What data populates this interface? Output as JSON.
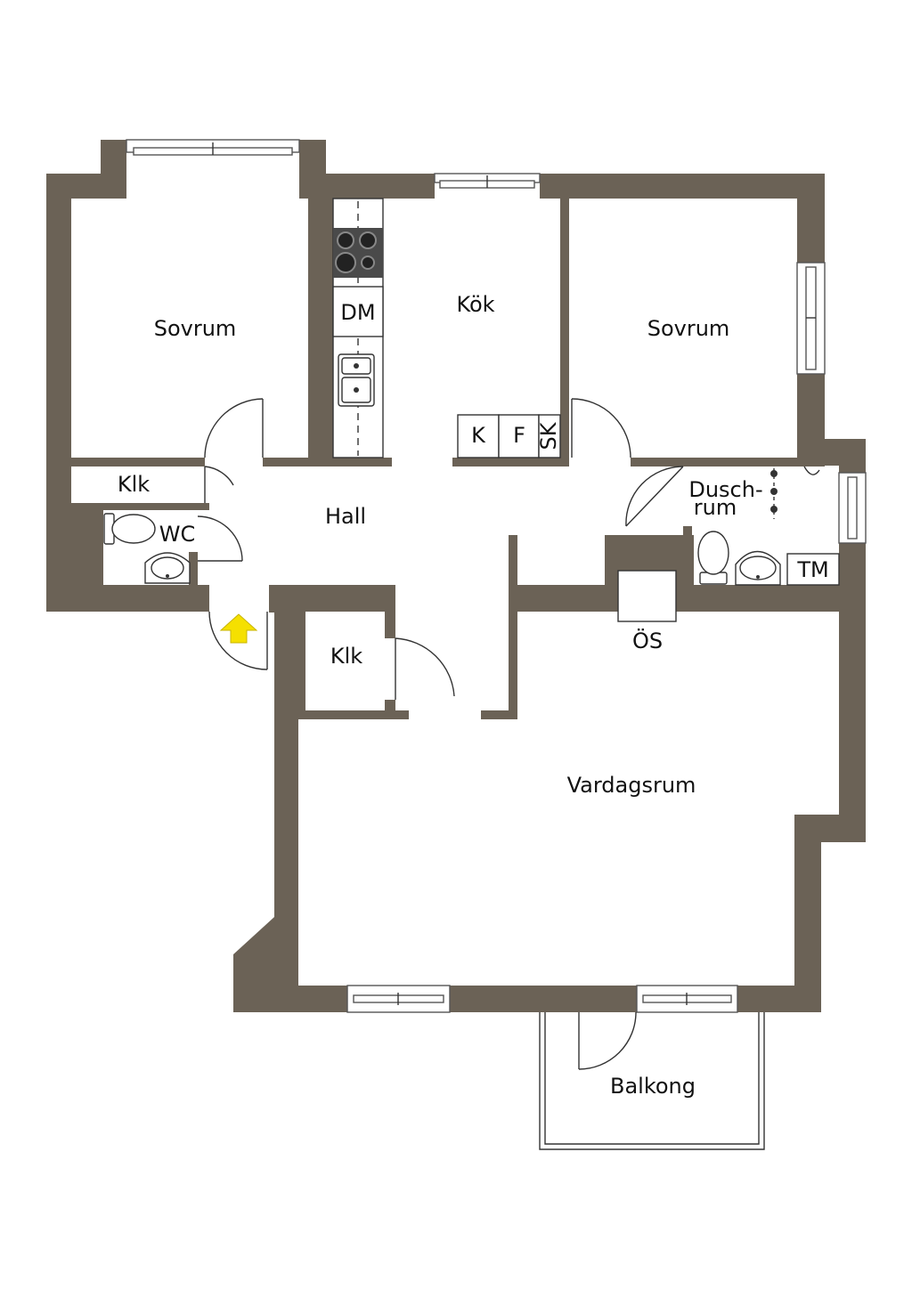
{
  "plan": {
    "rooms": {
      "bedroom_left": "Sovrum",
      "kitchen": "Kök",
      "bedroom_right": "Sovrum",
      "closet_top": "Klk",
      "wc": "WC",
      "hall": "Hall",
      "shower_line1": "Dusch-",
      "shower_line2": "rum",
      "closet_mid": "Klk",
      "living": "Vardagsrum",
      "balcony": "Balkong"
    },
    "fixtures": {
      "dishwasher": "DM",
      "fridge_k": "K",
      "freezer_f": "F",
      "cabinet_sk": "SK",
      "washer_tm": "TM",
      "shaft_os": "ÖS"
    },
    "colors": {
      "wall": "#6b6256",
      "entrance_arrow": "#f5e000"
    },
    "icons": [
      "stove-icon",
      "sink-icon",
      "toilet-icon",
      "washbasin-icon",
      "shower-icon",
      "entrance-arrow-icon"
    ]
  }
}
